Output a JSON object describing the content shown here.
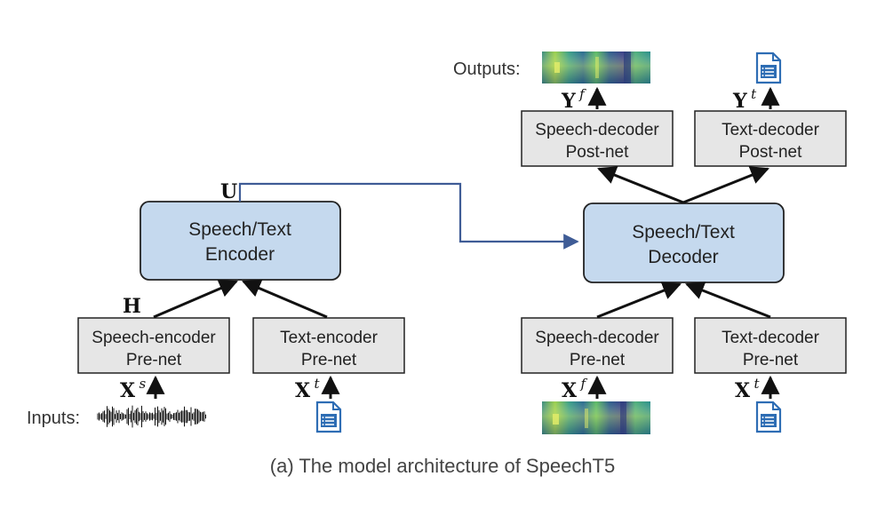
{
  "labels": {
    "inputs": "Inputs:",
    "outputs": "Outputs:",
    "caption": "(a) The model architecture of SpeechT5"
  },
  "boxes": {
    "speech_encoder_prenet": [
      "Speech-encoder",
      "Pre-net"
    ],
    "text_encoder_prenet": [
      "Text-encoder",
      "Pre-net"
    ],
    "encoder": [
      "Speech/Text",
      "Encoder"
    ],
    "decoder": [
      "Speech/Text",
      "Decoder"
    ],
    "speech_decoder_prenet": [
      "Speech-decoder",
      "Pre-net"
    ],
    "text_decoder_prenet": [
      "Text-decoder",
      "Pre-net"
    ],
    "speech_decoder_postnet": [
      "Speech-decoder",
      "Post-net"
    ],
    "text_decoder_postnet": [
      "Text-decoder",
      "Post-net"
    ]
  },
  "variables": {
    "xs": {
      "base": "X",
      "sup": "s"
    },
    "xt_enc": {
      "base": "X",
      "sup": "t"
    },
    "xf": {
      "base": "X",
      "sup": "f"
    },
    "xt_dec": {
      "base": "X",
      "sup": "t"
    },
    "yf": {
      "base": "Y",
      "sup": "f"
    },
    "yt": {
      "base": "Y",
      "sup": "t"
    },
    "h": "H",
    "u": "U"
  },
  "colors": {
    "prenet_fill": "#e6e6e6",
    "core_fill": "#c5d9ee",
    "connector": "#3f5c96",
    "icon_blue": "#2e6db4"
  },
  "icons": [
    "waveform-icon",
    "text-document-icon",
    "spectrogram-icon"
  ]
}
